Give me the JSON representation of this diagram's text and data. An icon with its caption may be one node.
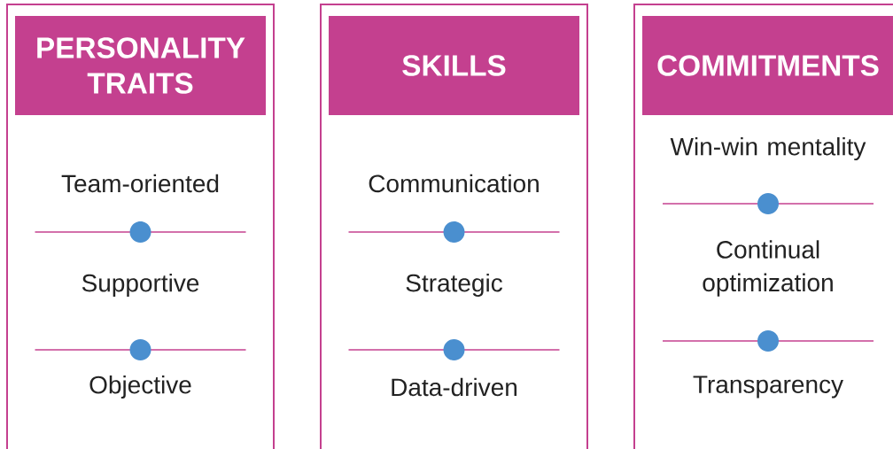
{
  "diagram": {
    "nodes": [
      {
        "text": [
          "PERSONALITY TRAITS",
          "Team-oriented",
          "Supportive",
          "Objective"
        ]
      },
      {
        "text": [
          "SKILLS",
          "Communication",
          "Strategic",
          "Data-driven"
        ]
      },
      {
        "text": [
          "COMMITMENTS",
          "Win-win mentality",
          "Continual optimization",
          "Transparency"
        ]
      }
    ]
  }
}
